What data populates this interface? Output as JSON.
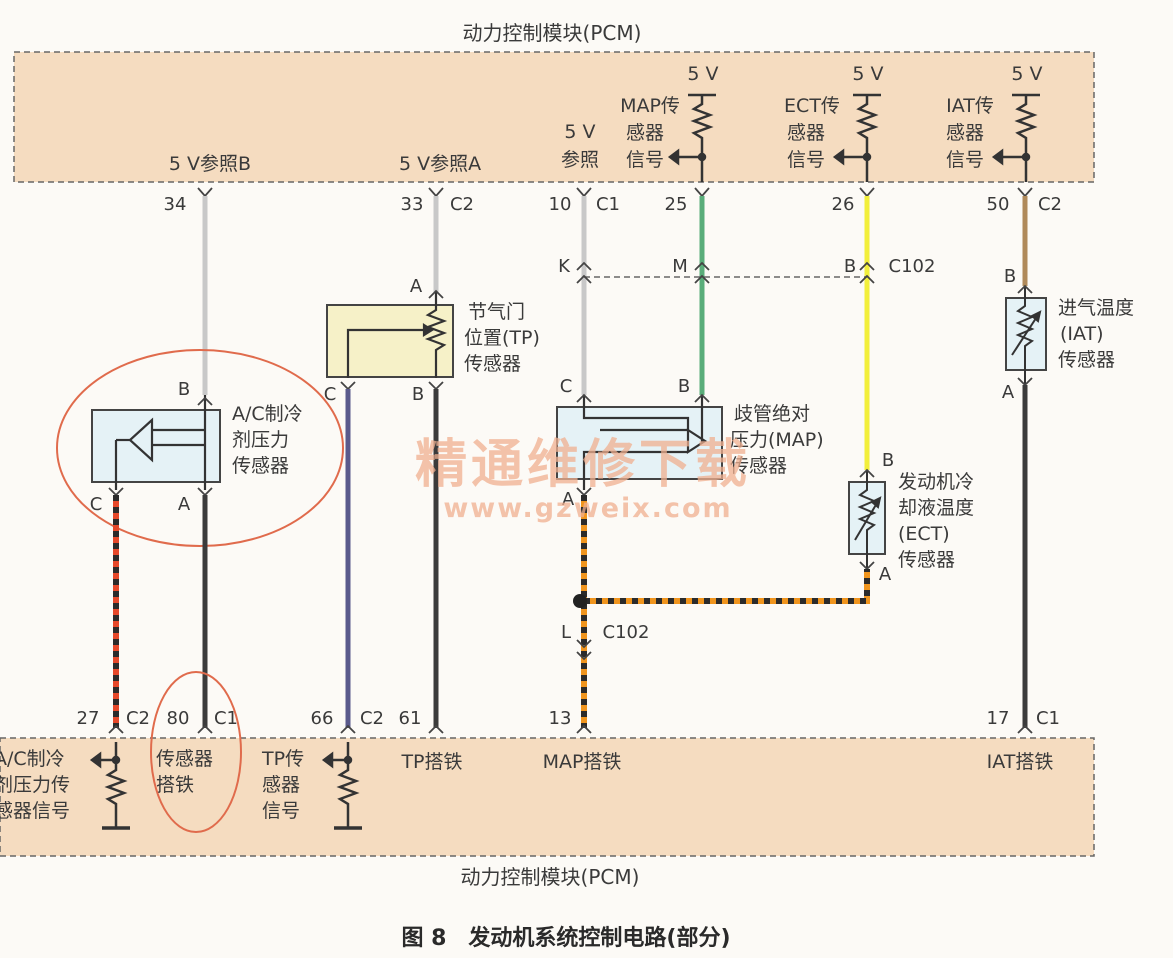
{
  "pcm_top_title": "动力控制模块(PCM)",
  "pcm_bottom_title": "动力控制模块(PCM)",
  "caption": "图 8　发动机系统控制电路(部分)",
  "watermark": {
    "line1": "精通维修下载",
    "line2": "www.gzweix.com"
  },
  "labels": {
    "ref_b": "5 V参照B",
    "ref_a": "5 V参照A",
    "ref_5v_1": "5 V",
    "ref_5v_2": "参照",
    "v5_map": "5 V",
    "v5_ect": "5 V",
    "v5_iat": "5 V",
    "map_sig_1": "MAP传",
    "map_sig_2": "感器",
    "map_sig_3": "信号",
    "ect_sig_1": "ECT传",
    "ect_sig_2": "感器",
    "ect_sig_3": "信号",
    "iat_sig_1": "IAT传",
    "iat_sig_2": "感器",
    "iat_sig_3": "信号",
    "tp_sensor_1": "节气门",
    "tp_sensor_2": "位置(TP)",
    "tp_sensor_3": "传感器",
    "ac_sensor_1": "A/C制冷",
    "ac_sensor_2": "剂压力",
    "ac_sensor_3": "传感器",
    "map_sensor_1": "歧管绝对",
    "map_sensor_2": "压力(MAP)",
    "map_sensor_3": "传感器",
    "ect_sensor_1": "发动机冷",
    "ect_sensor_2": "却液温度",
    "ect_sensor_3": "(ECT)",
    "ect_sensor_4": "传感器",
    "iat_sensor_1": "进气温度",
    "iat_sensor_2": "(IAT)",
    "iat_sensor_3": "传感器",
    "ac_signal_1": "A/C制冷",
    "ac_signal_2": "剂压力传",
    "ac_signal_3": "感器信号",
    "sensor_gnd_1": "传感器",
    "sensor_gnd_2": "搭铁",
    "tp_signal_1": "TP传",
    "tp_signal_2": "感器",
    "tp_signal_3": "信号",
    "tp_gnd": "TP搭铁",
    "map_gnd": "MAP搭铁",
    "iat_gnd": "IAT搭铁"
  },
  "pins": {
    "p34": "34",
    "p33": "33",
    "p33c": "C2",
    "p10": "10",
    "p10c": "C1",
    "p25": "25",
    "p26": "26",
    "p50": "50",
    "p50c": "C2",
    "p27": "27",
    "p27c": "C2",
    "p80": "80",
    "p80c": "C1",
    "p66": "66",
    "p66c": "C2",
    "p61": "61",
    "p13": "13",
    "p17": "17",
    "p17c": "C1",
    "c102_top": "C102",
    "c102_bottom": "C102",
    "k": "K",
    "m": "M",
    "b_c102": "B",
    "l": "L",
    "tp_a": "A",
    "tp_c": "C",
    "tp_b": "B",
    "ac_b": "B",
    "ac_c": "C",
    "ac_a": "A",
    "map_c": "C",
    "map_b": "B",
    "map_a": "A",
    "ect_b": "B",
    "ect_a": "A",
    "iat_b": "B",
    "iat_a": "A"
  },
  "colors": {
    "pcm_fill": "#f5dcc0",
    "wire_gray": "#c8c8c8",
    "wire_green": "#5aad7a",
    "wire_yellow": "#f2ef3a",
    "wire_tan": "#b08a5a",
    "wire_black": "#3b3b3b",
    "wire_purple": "#5a5a8c",
    "wire_red_stripe": "#e5482a",
    "wire_orange_stripe": "#f0951e",
    "highlight_circle": "#e06b4c"
  }
}
